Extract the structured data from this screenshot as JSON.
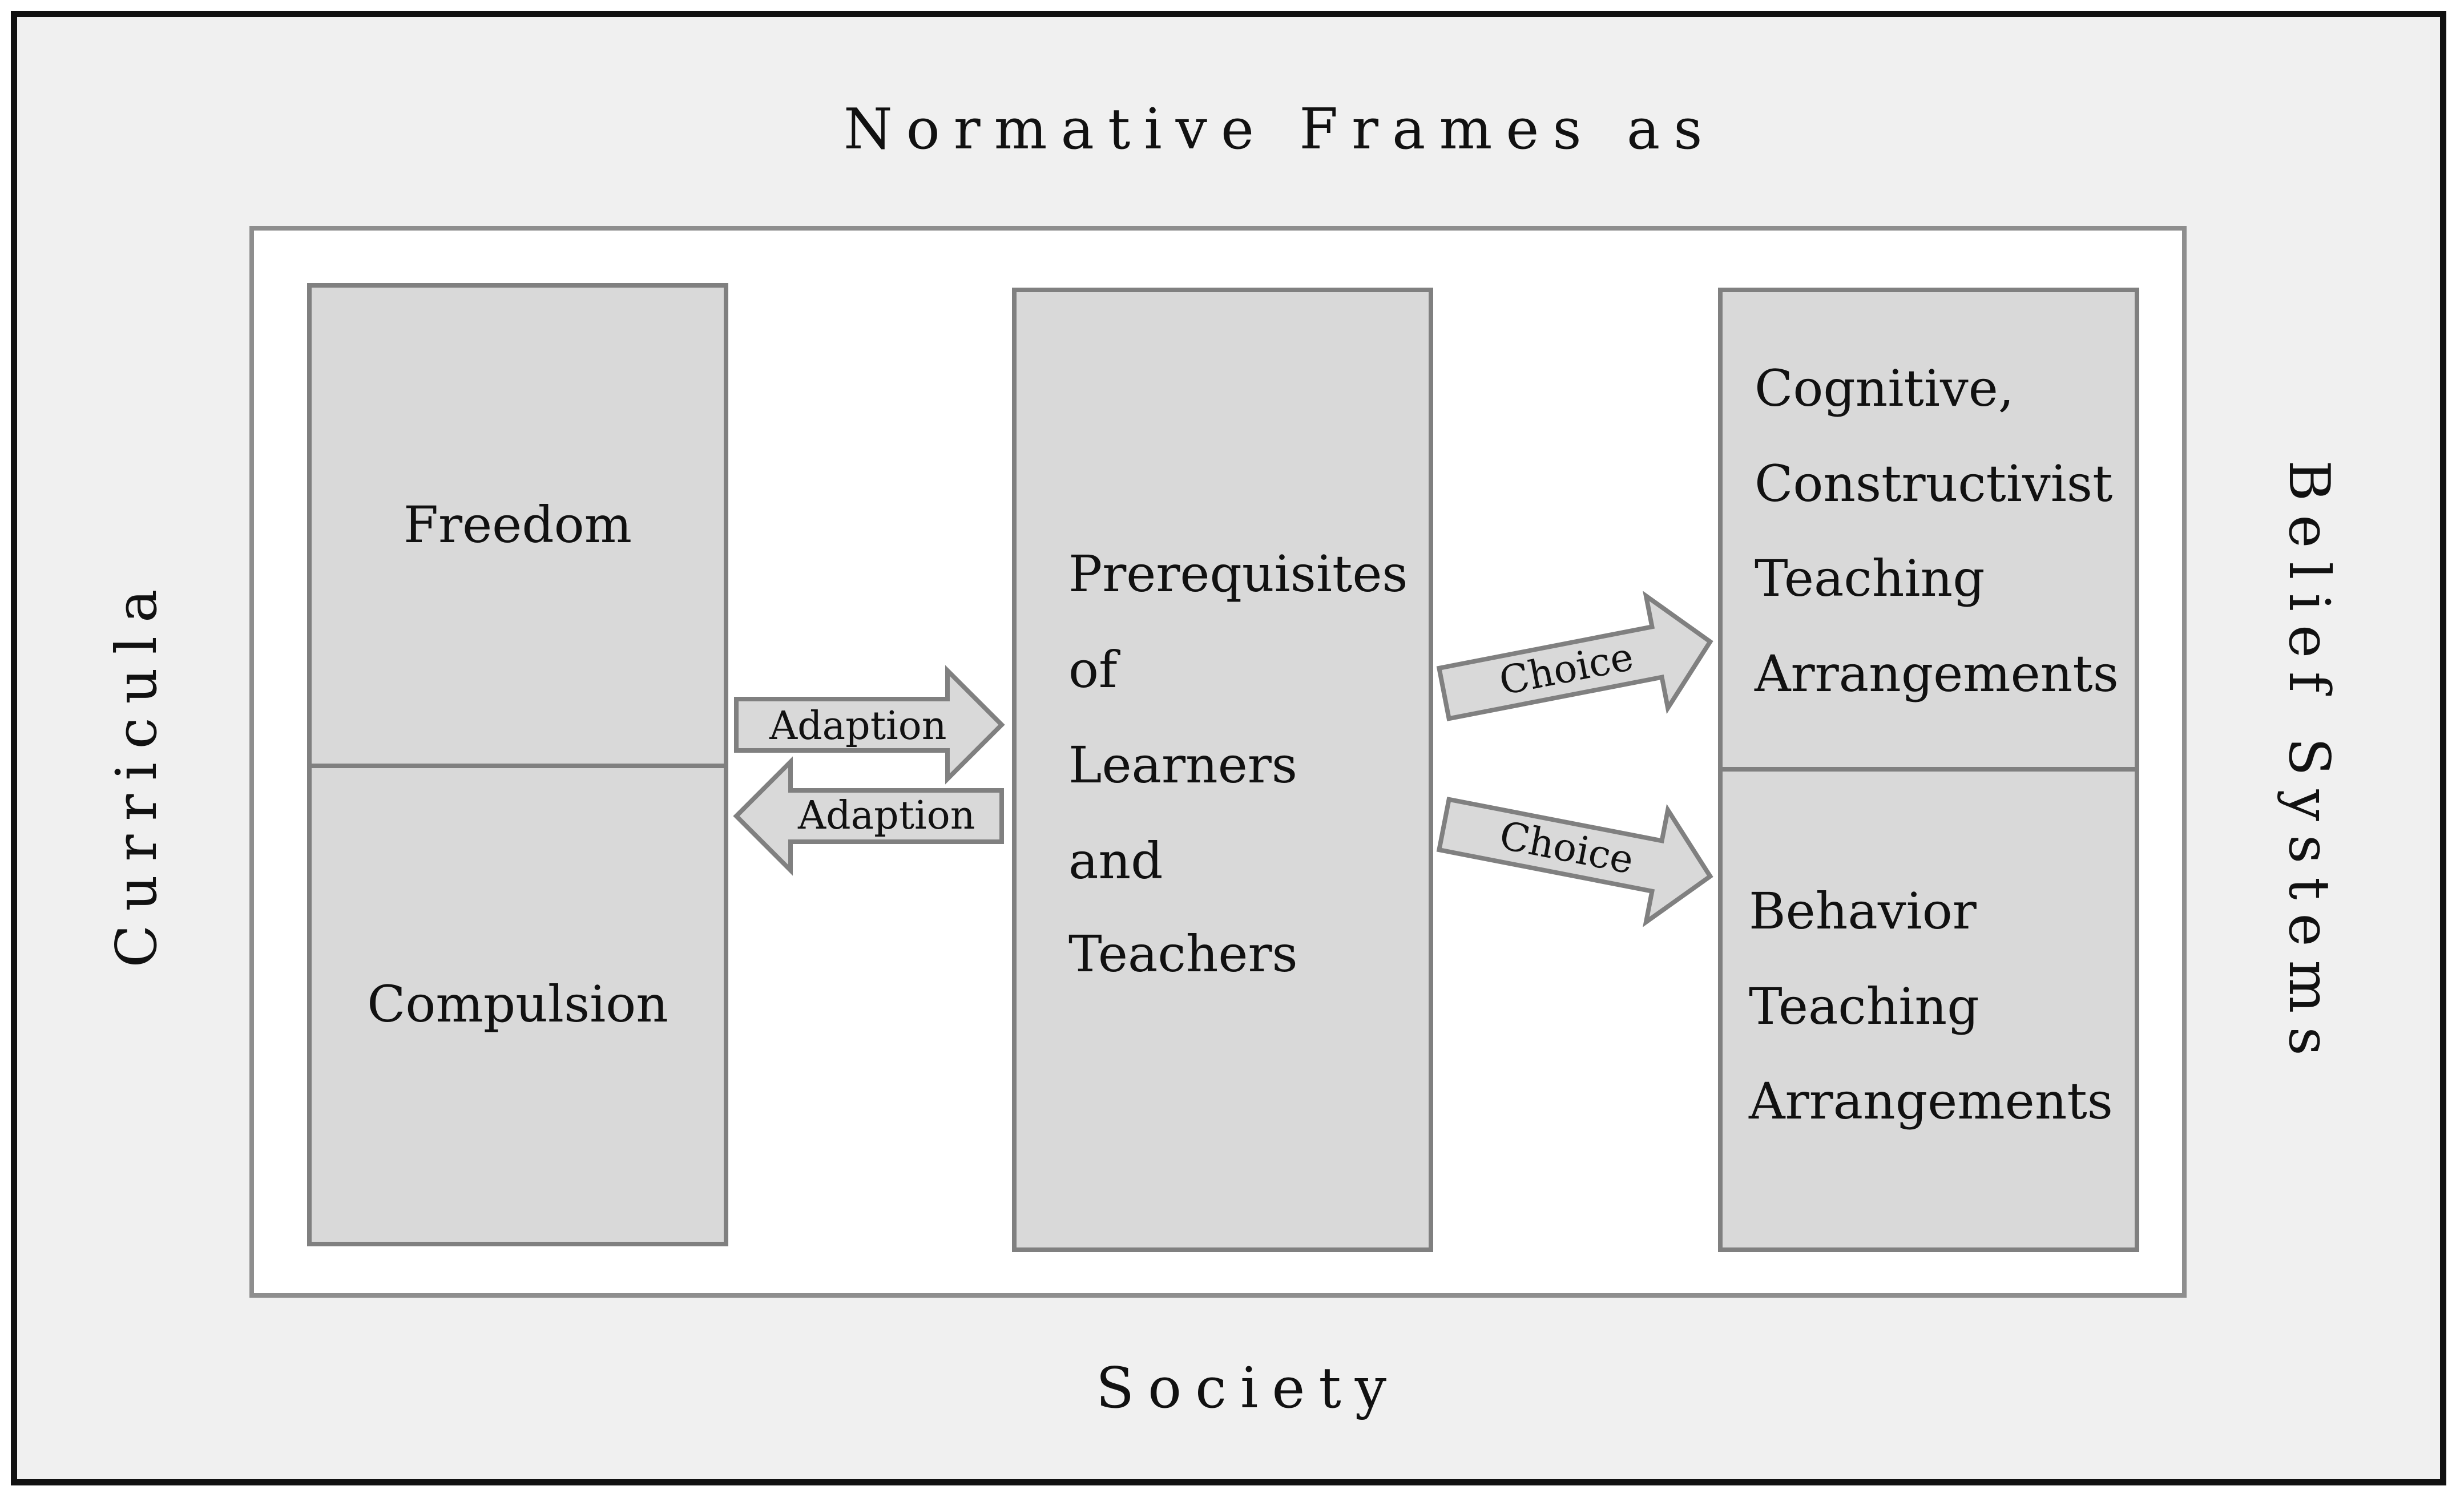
{
  "frame": {
    "top_label": "Normative Frames as",
    "bottom_label": "Society",
    "left_label": "Curricula",
    "right_label": "Belief Systems"
  },
  "left_column": {
    "top_box": "Freedom",
    "bottom_box": "Compulsion"
  },
  "center_box": {
    "lines": [
      "Prerequisites",
      "of",
      "Learners",
      "and",
      "Teachers"
    ]
  },
  "right_column": {
    "top_box_lines": [
      "Cognitive,",
      "Constructivist",
      "Teaching",
      "Arrangements"
    ],
    "bottom_box_lines": [
      "Behavior",
      "Teaching",
      "Arrangements"
    ]
  },
  "arrows": {
    "adaption_right": "Adaption",
    "adaption_left": "Adaption",
    "choice_upper": "Choice",
    "choice_lower": "Choice"
  },
  "colors": {
    "box_fill": "#d9d9d9",
    "box_border": "#808080",
    "outer_background": "#f0f0f0",
    "frame_border": "#111111"
  }
}
